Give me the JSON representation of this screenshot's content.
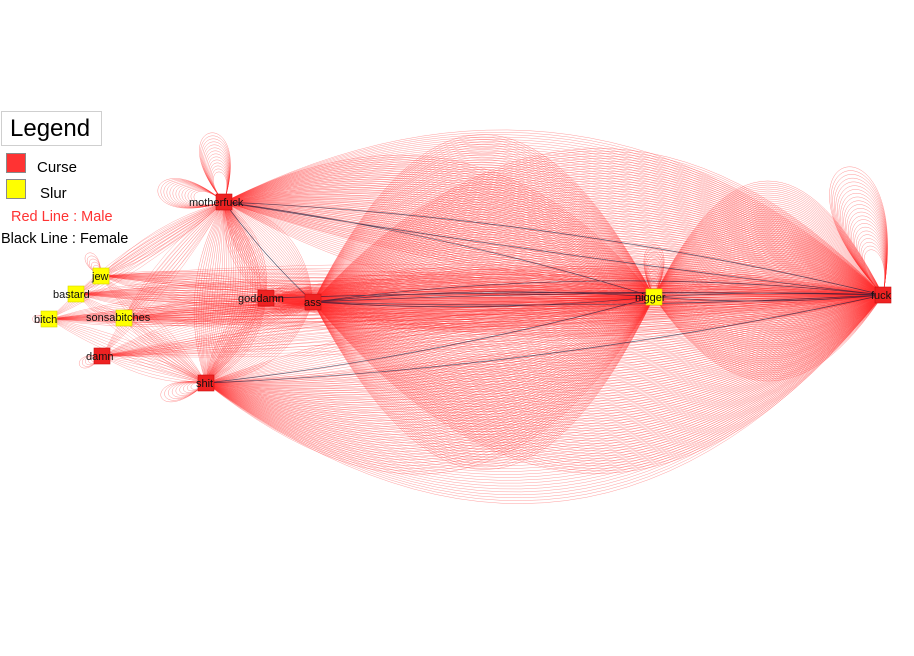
{
  "legend": {
    "title": "Legend",
    "items": [
      {
        "label": "Curse",
        "color": "#ff3333"
      },
      {
        "label": "Slur",
        "color": "#ffff00"
      }
    ],
    "male_line_label": "Red Line : Male",
    "male_line_color": "#ff3333",
    "female_line_label": "Black Line : Female",
    "female_line_color": "#000000"
  },
  "colors": {
    "curse": "#ee2222",
    "slur": "#ffff00",
    "male_edge": "#ff2a2a",
    "female_edge": "#1a1a3a"
  },
  "nodes": [
    {
      "id": "motherfuck",
      "label": "motherfuck",
      "type": "curse"
    },
    {
      "id": "jew",
      "label": "jew",
      "type": "slur"
    },
    {
      "id": "bastard",
      "label": "bastard",
      "type": "slur"
    },
    {
      "id": "bitch",
      "label": "bitch",
      "type": "slur"
    },
    {
      "id": "sonsabitches",
      "label": "sonsabitches",
      "type": "slur"
    },
    {
      "id": "damn",
      "label": "damn",
      "type": "curse"
    },
    {
      "id": "goddamn",
      "label": "goddamn",
      "type": "curse"
    },
    {
      "id": "ass",
      "label": "ass",
      "type": "curse"
    },
    {
      "id": "shit",
      "label": "shit",
      "type": "curse"
    },
    {
      "id": "nigger",
      "label": "nigger",
      "type": "slur"
    },
    {
      "id": "fuck",
      "label": "fuck",
      "type": "curse"
    }
  ]
}
